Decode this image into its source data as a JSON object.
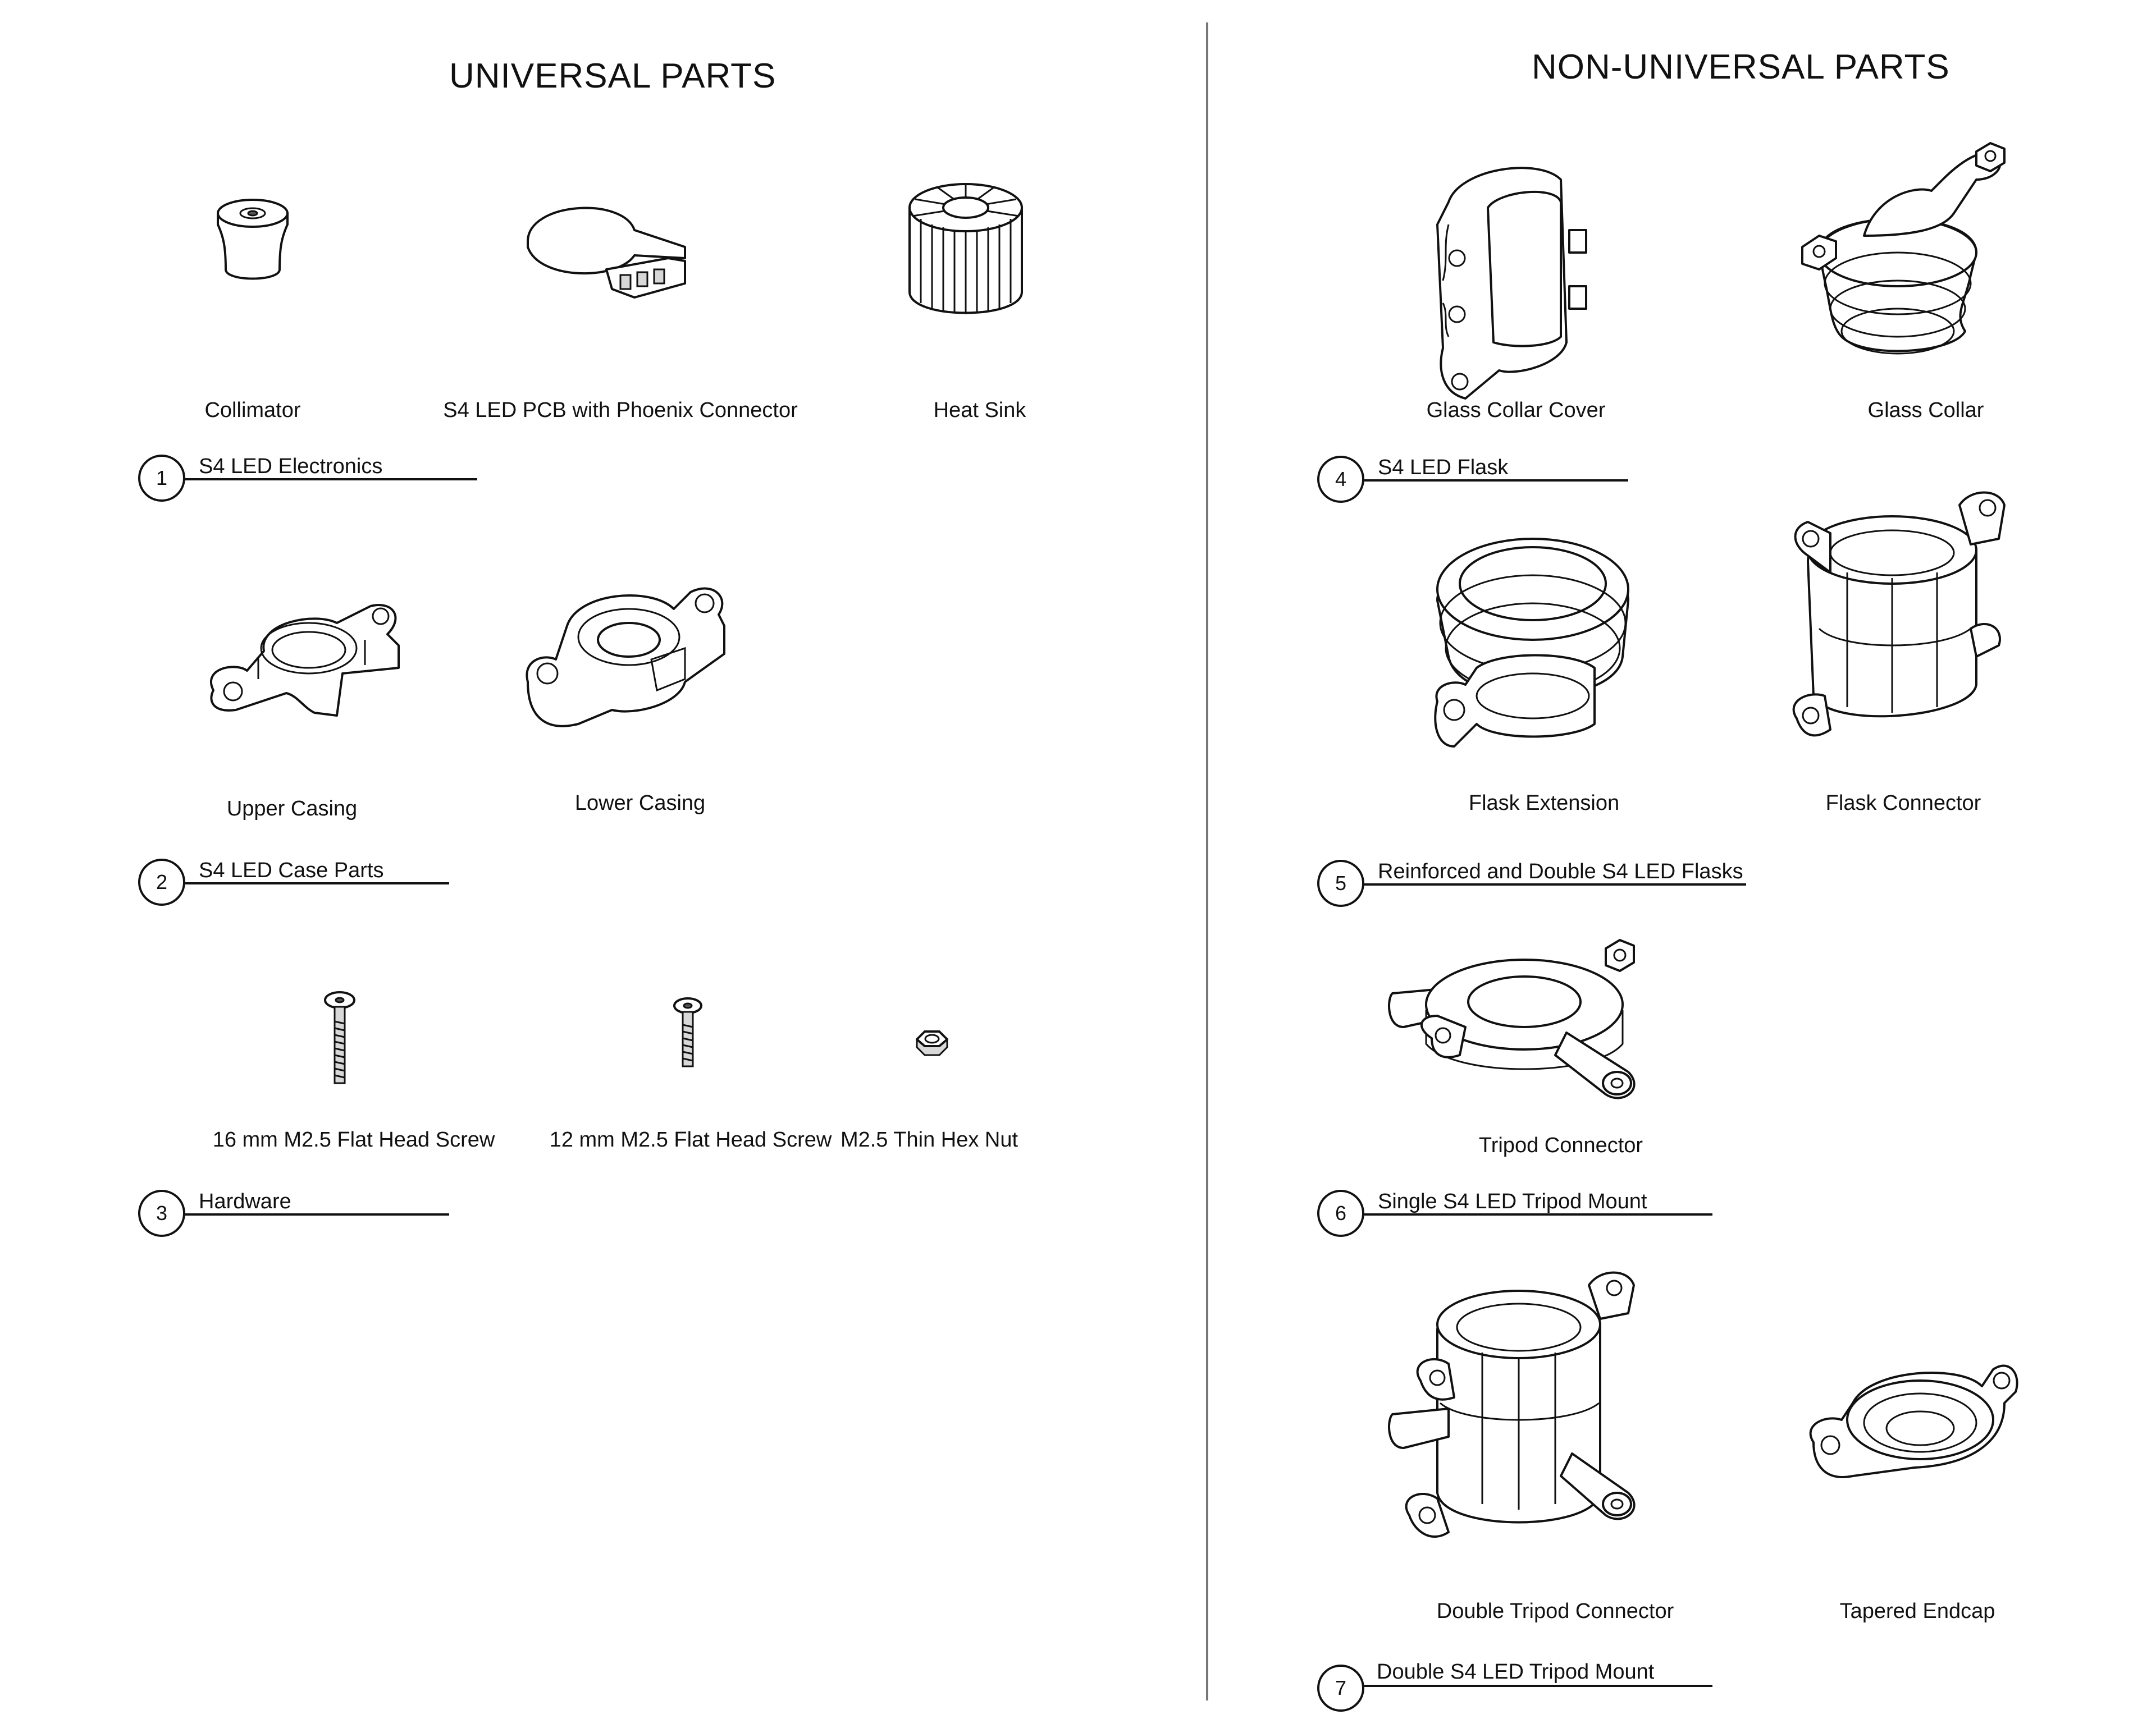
{
  "universal": {
    "title": "UNIVERSAL PARTS",
    "parts": {
      "collimator": "Collimator",
      "pcb": "S4 LED PCB with Phoenix Connector",
      "heat_sink": "Heat Sink",
      "upper_casing": "Upper Casing",
      "lower_casing": "Lower Casing",
      "screw_16": "16 mm M2.5 Flat Head Screw",
      "screw_12": "12 mm M2.5 Flat Head Screw",
      "hex_nut": "M2.5 Thin Hex Nut"
    },
    "sections": [
      {
        "number": "1",
        "title": "S4 LED Electronics"
      },
      {
        "number": "2",
        "title": "S4 LED Case Parts"
      },
      {
        "number": "3",
        "title": "Hardware"
      }
    ]
  },
  "non_universal": {
    "title": "NON-UNIVERSAL PARTS",
    "parts": {
      "glass_collar_cover": "Glass Collar Cover",
      "glass_collar": "Glass Collar",
      "flask_extension": "Flask Extension",
      "flask_connector": "Flask Connector",
      "tripod_connector": "Tripod Connector",
      "double_tripod_connector": "Double Tripod Connector",
      "tapered_endcap": "Tapered Endcap"
    },
    "sections": [
      {
        "number": "4",
        "title": "S4 LED Flask"
      },
      {
        "number": "5",
        "title": "Reinforced and Double S4 LED Flasks"
      },
      {
        "number": "6",
        "title": "Single S4 LED Tripod Mount"
      },
      {
        "number": "7",
        "title": "Double S4 LED Tripod Mount"
      }
    ]
  },
  "colors": {
    "ink": "#111111",
    "divider": "#777777",
    "background": "#ffffff"
  }
}
